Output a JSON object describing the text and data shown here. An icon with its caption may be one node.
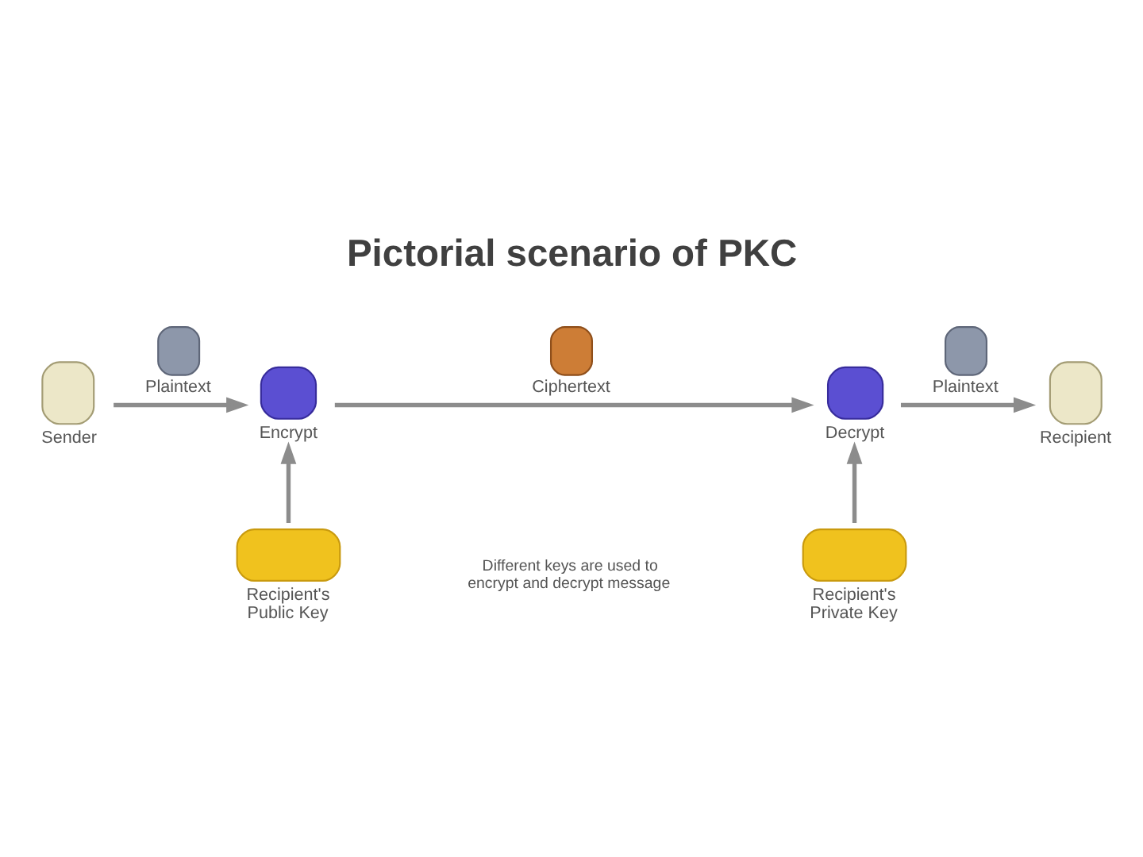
{
  "diagram": {
    "title": "Pictorial scenario of PKC",
    "nodes": [
      {
        "text": [
          "Sender"
        ]
      },
      {
        "text": [
          "Encrypt"
        ]
      },
      {
        "text": [
          "Decrypt"
        ]
      },
      {
        "text": [
          "Recipient"
        ]
      },
      {
        "text": [
          "Recipient's Public Key"
        ]
      },
      {
        "text": [
          "Recipient's Private Key"
        ]
      }
    ],
    "edges": [
      {
        "from": 0,
        "to": 1,
        "arrow": "to",
        "label": "Plaintext"
      },
      {
        "from": 1,
        "to": 2,
        "arrow": "to",
        "label": "Ciphertext"
      },
      {
        "from": 2,
        "to": 3,
        "arrow": "to",
        "label": "Plaintext"
      },
      {
        "from": 4,
        "to": 1,
        "arrow": "to"
      },
      {
        "from": 5,
        "to": 2,
        "arrow": "to"
      }
    ],
    "labels": [
      "Different keys are used to encrypt and decrypt message"
    ]
  }
}
